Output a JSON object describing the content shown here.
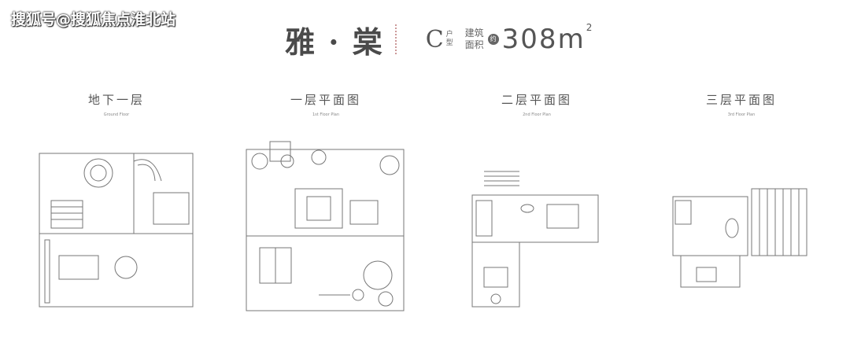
{
  "watermark": "搜狐号@搜狐焦点淮北站",
  "header": {
    "name": "雅 · 棠",
    "unit_type": "C",
    "unit_type_label": [
      "户",
      "型"
    ],
    "area_label": "建筑面积",
    "approx": "约",
    "area_value": "308m",
    "area_unit_sup": "2"
  },
  "floors": [
    {
      "title": "地下一层",
      "subtitle": "Ground Floor"
    },
    {
      "title": "一层平面图",
      "subtitle": "1st Floor Plan"
    },
    {
      "title": "二层平面图",
      "subtitle": "2nd Floor Plan"
    },
    {
      "title": "三层平面图",
      "subtitle": "3rd Floor Plan"
    }
  ]
}
